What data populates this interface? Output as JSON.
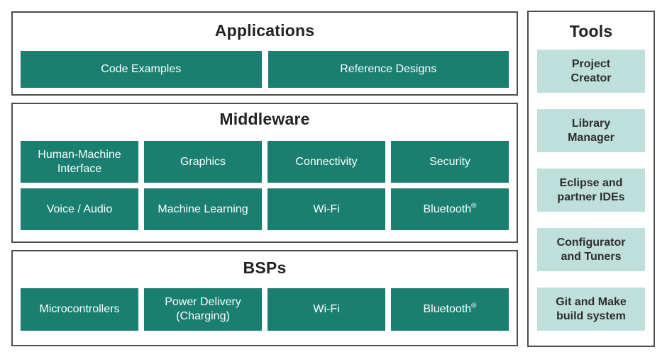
{
  "colors": {
    "teal": "#1A7F70",
    "light_teal": "#BFE0DA",
    "border_gray": "#4D4D4D",
    "title_text": "#222222",
    "block_text": "#FFFFFF",
    "tool_text": "#2D2D2D"
  },
  "sections": {
    "applications": {
      "title": "Applications",
      "items": [
        "Code Examples",
        "Reference Designs"
      ]
    },
    "middleware": {
      "title": "Middleware",
      "items": [
        "Human-Machine\nInterface",
        "Graphics",
        "Connectivity",
        "Security",
        "Voice / Audio",
        "Machine Learning",
        "Wi-Fi",
        {
          "label": "Bluetooth",
          "sup": "®"
        }
      ]
    },
    "bsps": {
      "title": "BSPs",
      "items": [
        "Microcontrollers",
        "Power Delivery\n(Charging)",
        "Wi-Fi",
        {
          "label": "Bluetooth",
          "sup": "®"
        }
      ]
    },
    "tools": {
      "title": "Tools",
      "items": [
        "Project\nCreator",
        "Library\nManager",
        "Eclipse and\npartner IDEs",
        "Configurator\nand Tuners",
        "Git and Make\nbuild system"
      ]
    }
  }
}
